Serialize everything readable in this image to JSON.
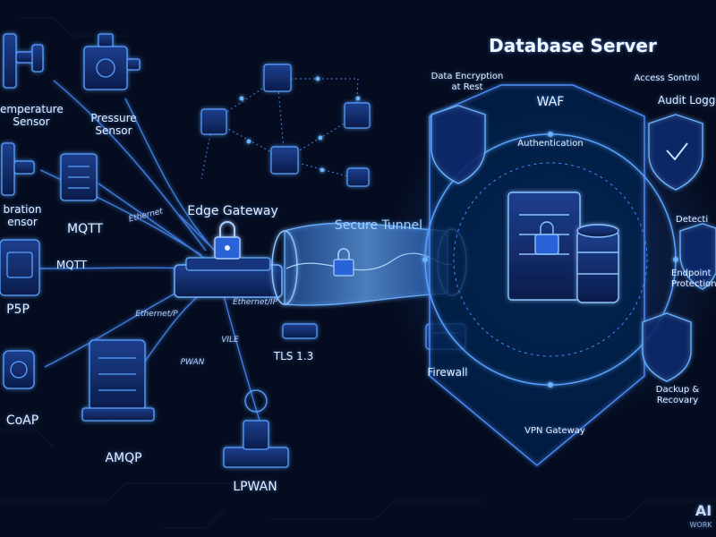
{
  "colors": {
    "background": "#050c1f",
    "glow": "#3d8bff",
    "line": "#4a90ff",
    "text": "#e6eeff"
  },
  "devices": {
    "temperature_sensor": "emperature\nSensor",
    "pressure_sensor": "Pressure\nSensor",
    "vibration_sensor": "bration\nensor",
    "mqtt_device": "MQTT",
    "p5p_device": "P5P",
    "coap_device": "CoAP",
    "amqp_device": "AMQP",
    "lpwan_device": "LPWAN"
  },
  "links": {
    "ethernet_top": "Ethernet",
    "mqtt_link": "MQTT",
    "ethernet_ip": "Ethernet/P",
    "ethernet_right": "Ethernet/IP",
    "vile": "VILE",
    "pwan": "PWAN"
  },
  "center": {
    "edge_gateway": "Edge Gateway",
    "secure_tunnel": "Secure Tunnel",
    "tls": "TLS 1.3",
    "firewall": "Firewall"
  },
  "server": {
    "title": "Database Server",
    "waf": "WAF",
    "authentication": "Authentication",
    "data_encryption": "Data Encryption\nat Rest",
    "access_control": "Access Sontrol",
    "audit_logging": "Audit Loggi",
    "detection": "Detecti",
    "endpoint_protection": "Endpoint\nProtection",
    "backup_recovery": "Dackup &\nRecovary",
    "vpn_gateway": "VPN Gateway"
  },
  "watermark": {
    "line1": "AI",
    "line2": "WORK"
  },
  "icons": [
    "padlock-icon",
    "shield-icon",
    "server-rack-icon",
    "database-icon",
    "router-icon",
    "sensor-icon",
    "check-icon"
  ]
}
